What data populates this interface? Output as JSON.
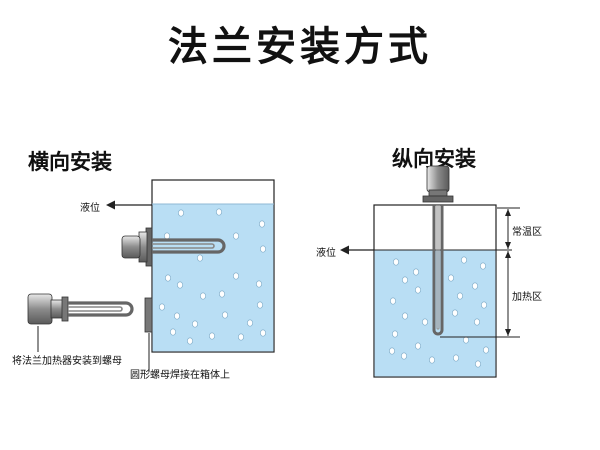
{
  "title": "法兰安装方式",
  "left_panel": {
    "heading": "横向安装",
    "liquid_label": "液位",
    "heater_caption": "将法兰加热器安装到螺母",
    "nut_caption": "圆形螺母焊接在箱体上"
  },
  "right_panel": {
    "heading": "纵向安装",
    "liquid_label": "液位",
    "normal_temp_zone": "常温区",
    "heating_zone": "加热区"
  },
  "colors": {
    "water": "#b9def4",
    "outline": "#222222",
    "heater_metal": "#9a9a9a",
    "bubble": "#ffffff"
  }
}
